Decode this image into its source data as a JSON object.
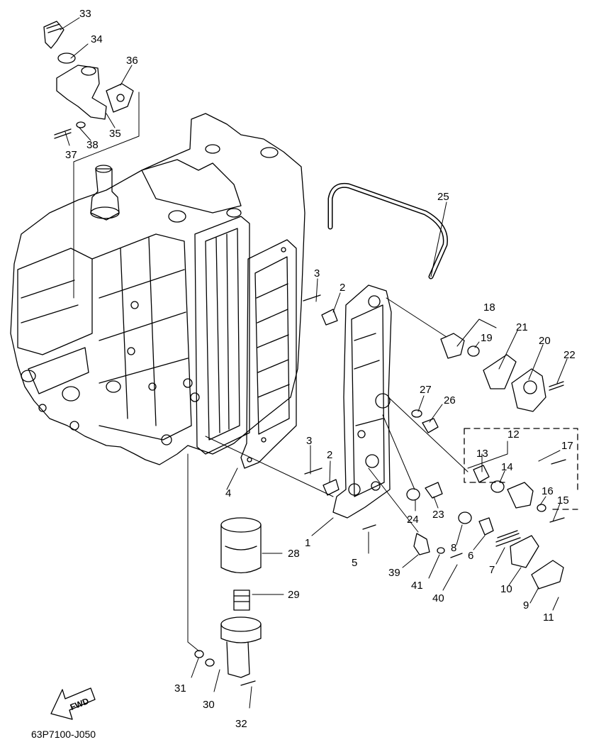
{
  "diagram": {
    "drawing_code": "63P7100-J050",
    "fwd_label": "FWD",
    "callouts": [
      {
        "id": "c33",
        "label": "33"
      },
      {
        "id": "c34",
        "label": "34"
      },
      {
        "id": "c36",
        "label": "36"
      },
      {
        "id": "c35",
        "label": "35"
      },
      {
        "id": "c37",
        "label": "37"
      },
      {
        "id": "c38",
        "label": "38"
      },
      {
        "id": "c25",
        "label": "25"
      },
      {
        "id": "c3a",
        "label": "3"
      },
      {
        "id": "c2a",
        "label": "2"
      },
      {
        "id": "c18",
        "label": "18"
      },
      {
        "id": "c19",
        "label": "19"
      },
      {
        "id": "c21",
        "label": "21"
      },
      {
        "id": "c20",
        "label": "20"
      },
      {
        "id": "c22",
        "label": "22"
      },
      {
        "id": "c27",
        "label": "27"
      },
      {
        "id": "c26",
        "label": "26"
      },
      {
        "id": "c12",
        "label": "12"
      },
      {
        "id": "c17",
        "label": "17"
      },
      {
        "id": "c3b",
        "label": "3"
      },
      {
        "id": "c2b",
        "label": "2"
      },
      {
        "id": "c13",
        "label": "13"
      },
      {
        "id": "c14",
        "label": "14"
      },
      {
        "id": "c16",
        "label": "16"
      },
      {
        "id": "c15",
        "label": "15"
      },
      {
        "id": "c4",
        "label": "4"
      },
      {
        "id": "c24",
        "label": "24"
      },
      {
        "id": "c23",
        "label": "23"
      },
      {
        "id": "c1",
        "label": "1"
      },
      {
        "id": "c8",
        "label": "8"
      },
      {
        "id": "c6",
        "label": "6"
      },
      {
        "id": "c7",
        "label": "7"
      },
      {
        "id": "c28",
        "label": "28"
      },
      {
        "id": "c5",
        "label": "5"
      },
      {
        "id": "c39",
        "label": "39"
      },
      {
        "id": "c41",
        "label": "41"
      },
      {
        "id": "c40",
        "label": "40"
      },
      {
        "id": "c10",
        "label": "10"
      },
      {
        "id": "c9",
        "label": "9"
      },
      {
        "id": "c11",
        "label": "11"
      },
      {
        "id": "c29",
        "label": "29"
      },
      {
        "id": "c31",
        "label": "31"
      },
      {
        "id": "c30",
        "label": "30"
      },
      {
        "id": "c32",
        "label": "32"
      }
    ]
  }
}
